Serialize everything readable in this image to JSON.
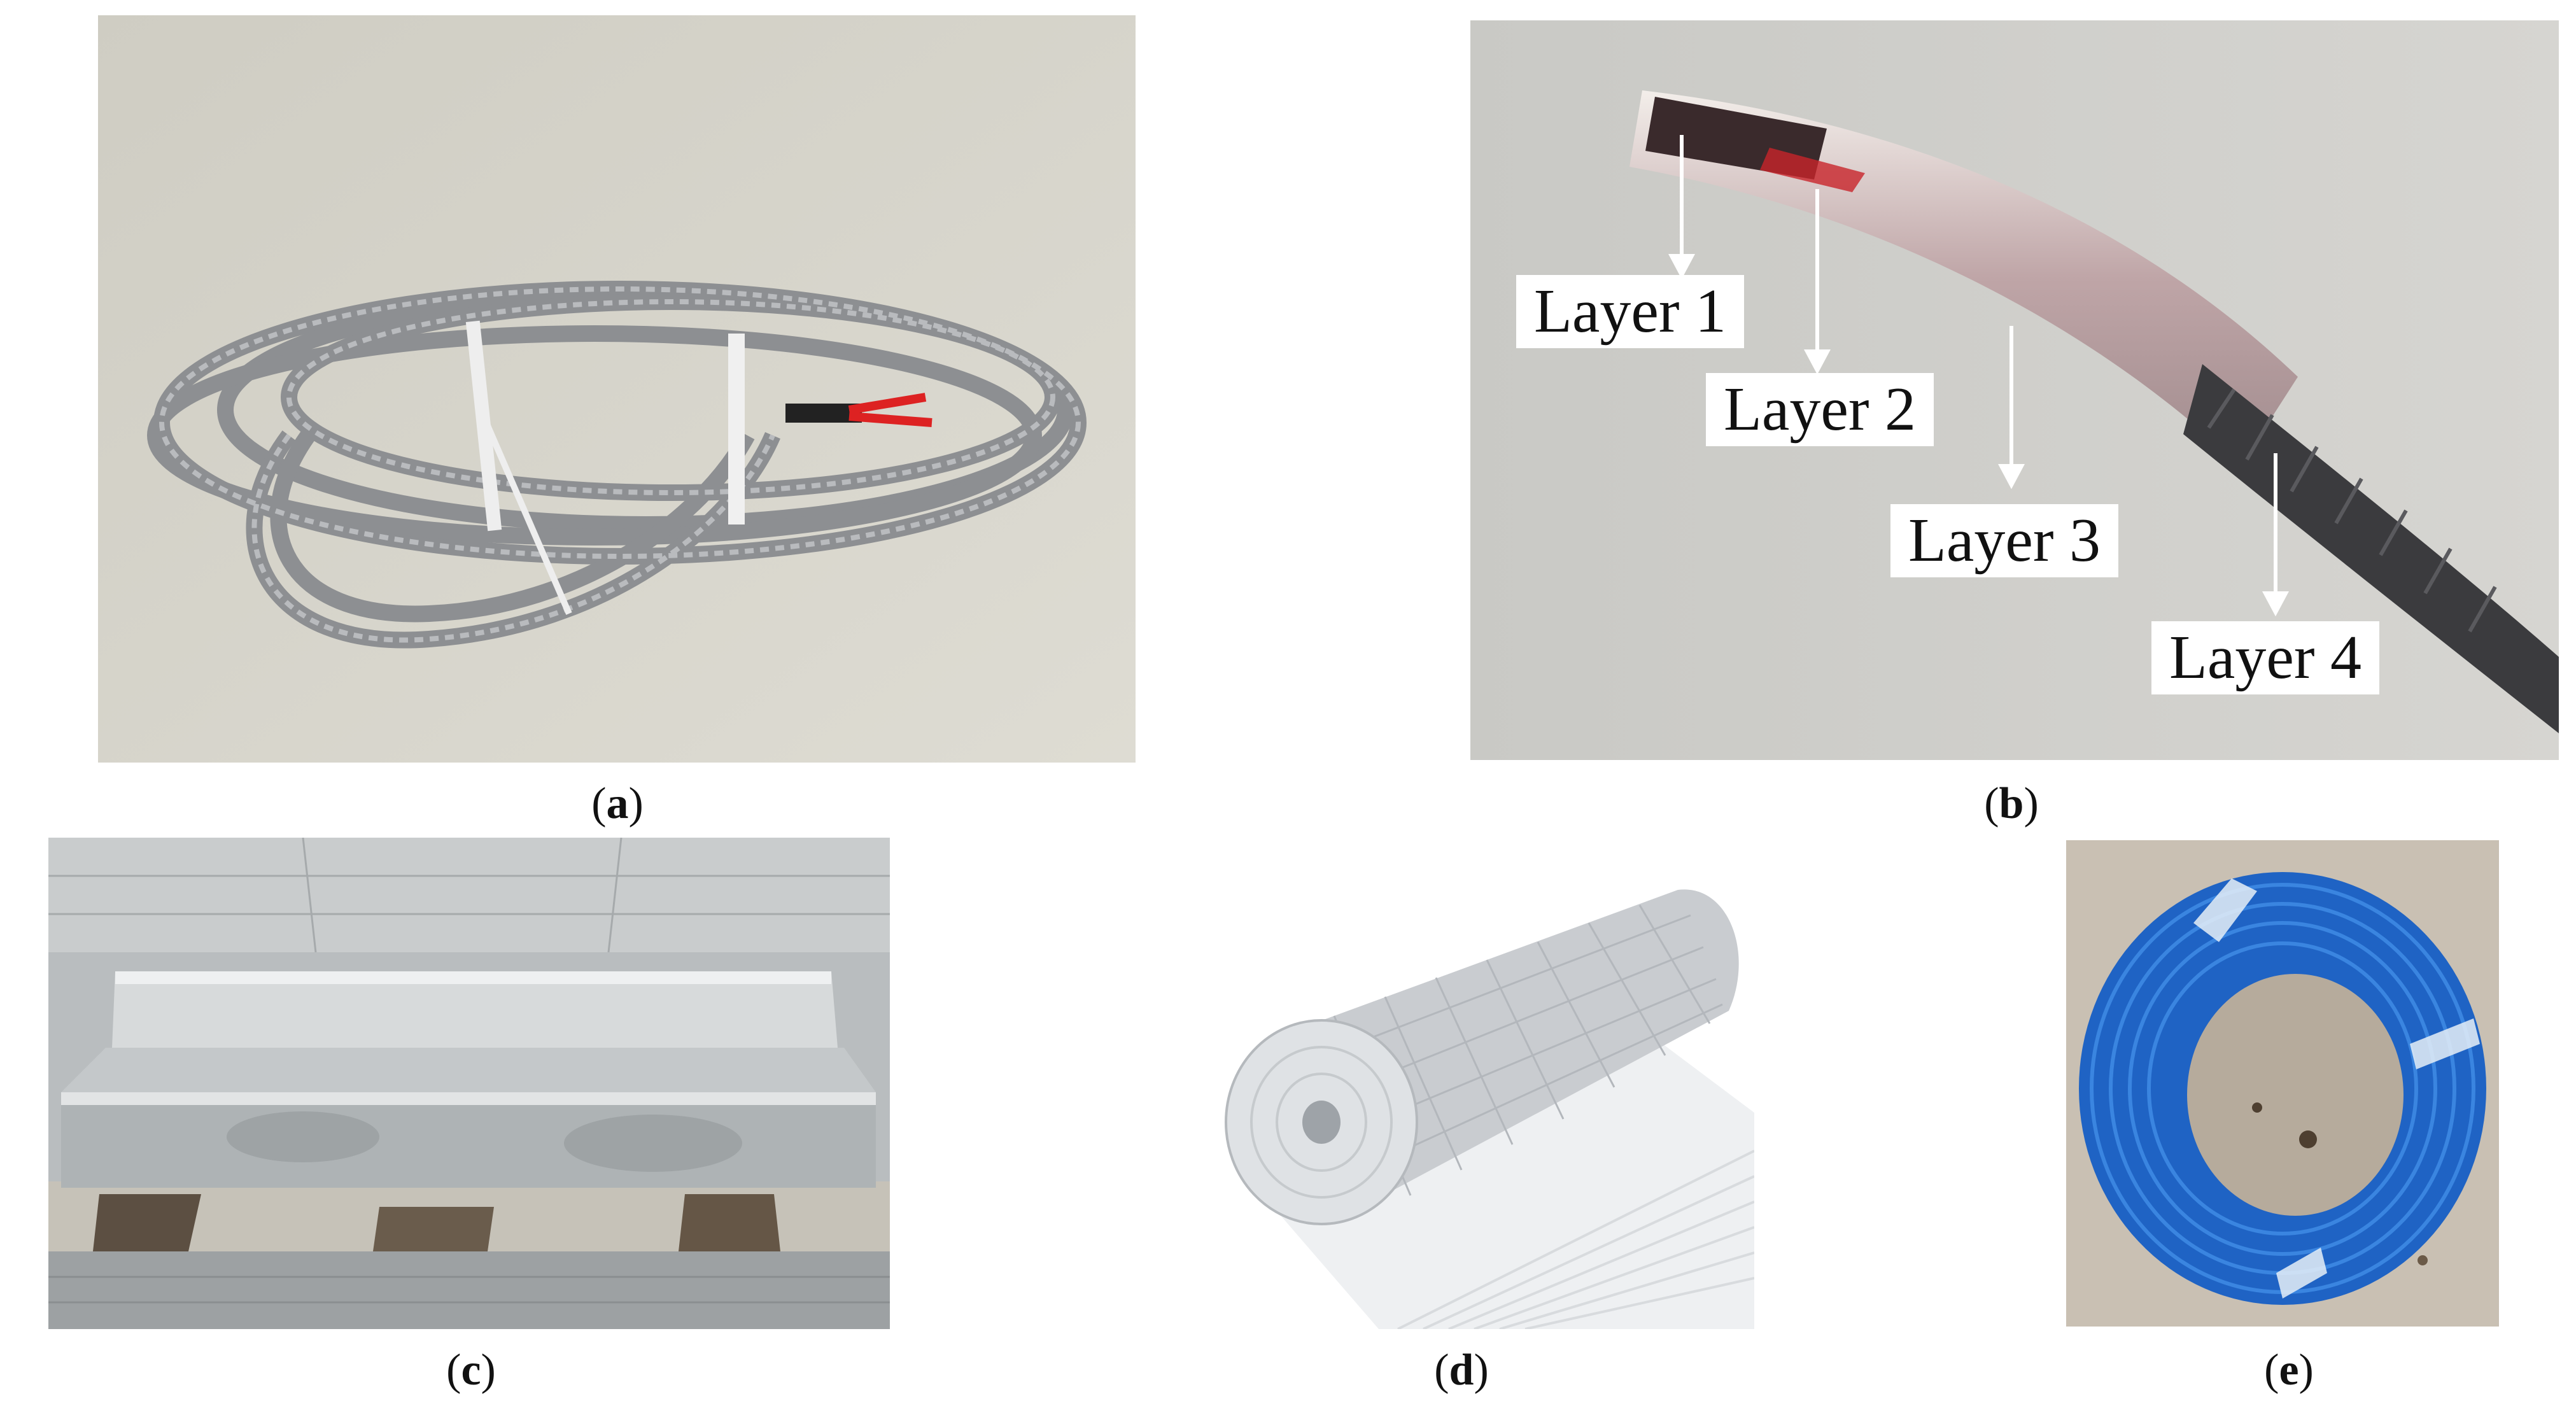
{
  "panels": [
    {
      "id": "a",
      "caption_open": "(",
      "letter": "a",
      "caption_close": ")"
    },
    {
      "id": "b",
      "caption_open": "(",
      "letter": "b",
      "caption_close": ")",
      "labels": [
        "Layer 1",
        "Layer 2",
        "Layer 3",
        "Layer 4"
      ]
    },
    {
      "id": "c",
      "caption_open": "(",
      "letter": "c",
      "caption_close": ")"
    },
    {
      "id": "d",
      "caption_open": "(",
      "letter": "d",
      "caption_close": ")"
    },
    {
      "id": "e",
      "caption_open": "(",
      "letter": "e",
      "caption_close": ")"
    }
  ]
}
